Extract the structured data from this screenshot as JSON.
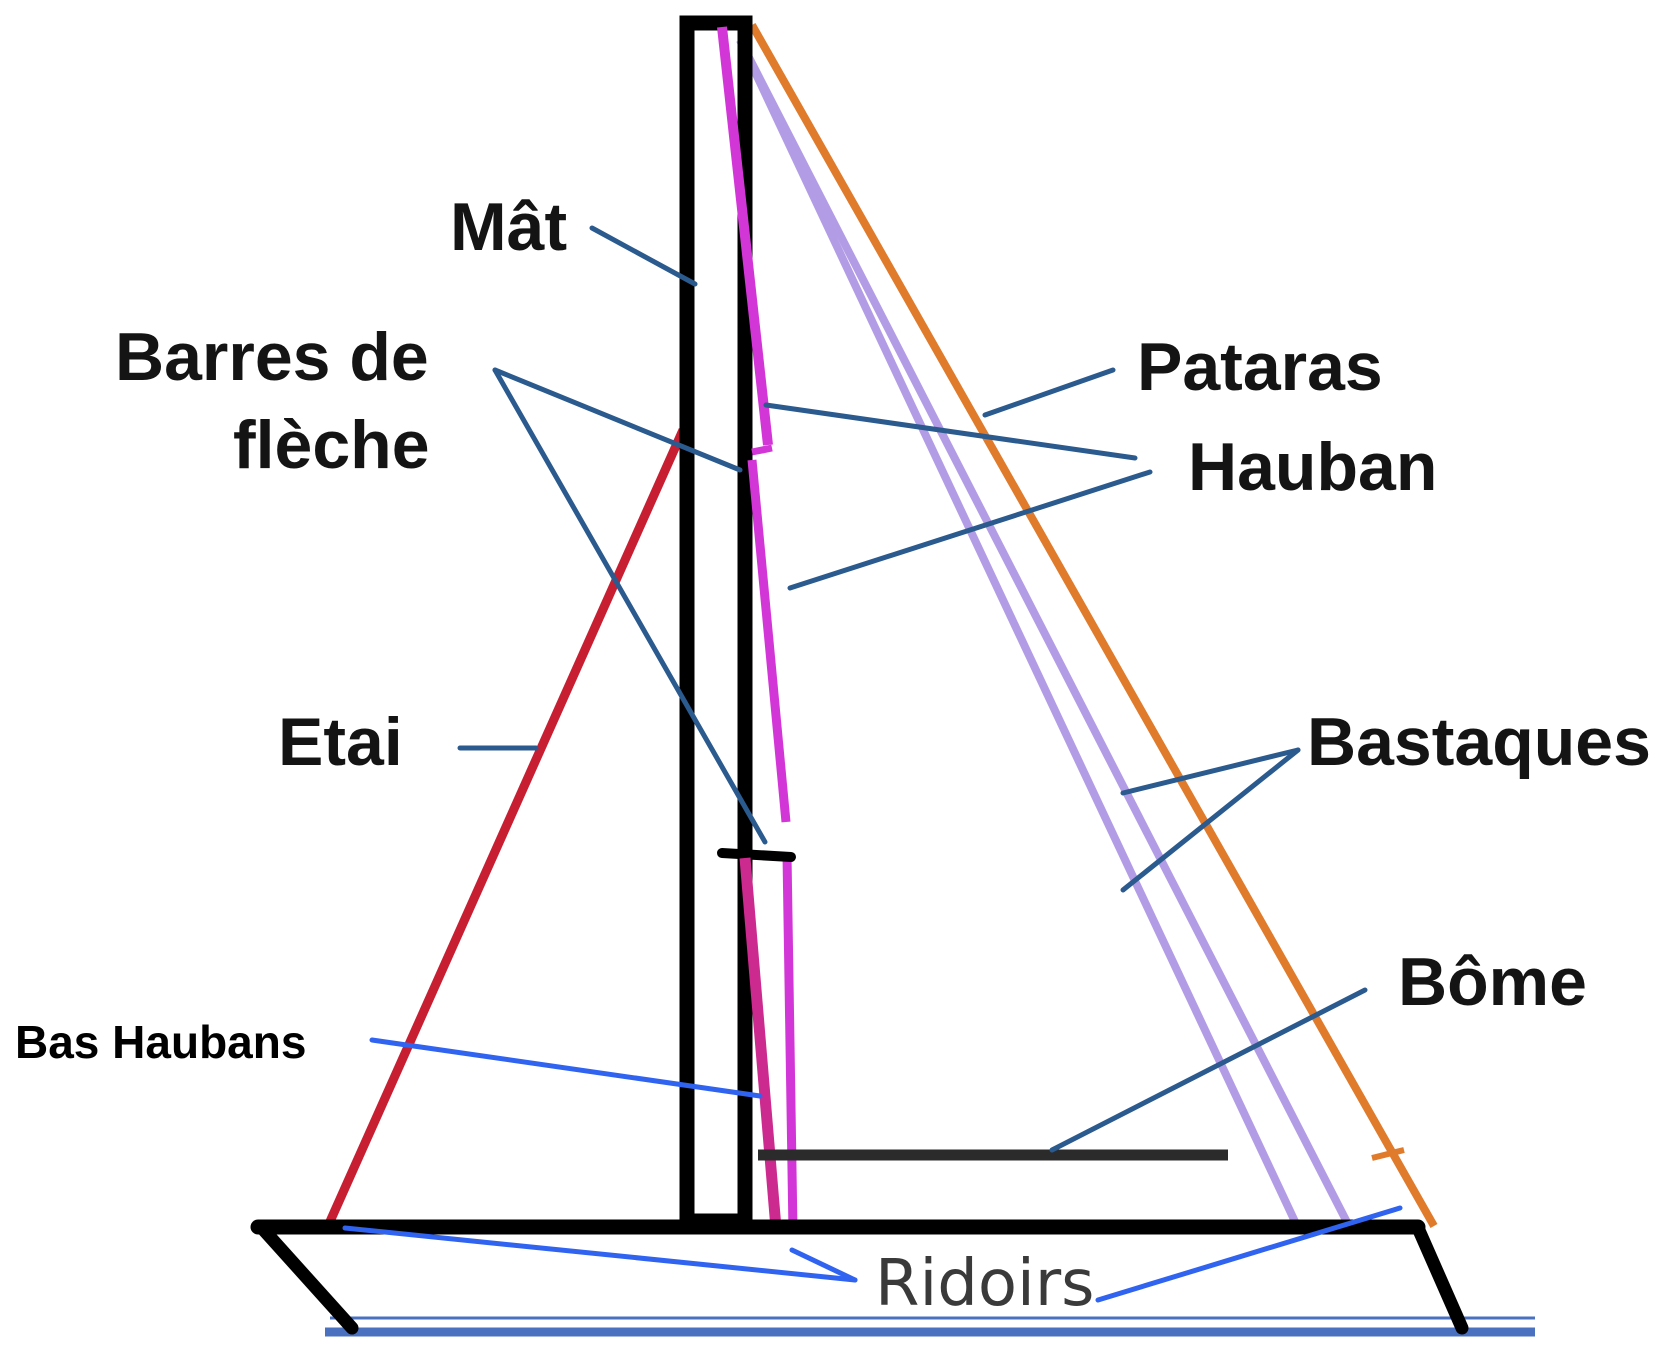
{
  "labels": {
    "mat": "Mât",
    "barres_line1": "Barres de",
    "barres_line2": "flèche",
    "pataras": "Pataras",
    "hauban": "Hauban",
    "etai": "Etai",
    "bastaques": "Bastaques",
    "bome": "Bôme",
    "bas_haubans": "Bas Haubans",
    "ridoirs": "Ridoirs"
  },
  "colors": {
    "mast": "#000000",
    "etai": "#c81e32",
    "pataras": "#e07b2c",
    "hauban": "#d336d6",
    "bas_haubans": "#cc2a8e",
    "bastaques": "#b39ce6",
    "boom": "#2b2b2b",
    "leader": "#2a5a8e",
    "leader_ridoirs": "#2f63f0",
    "waterline": "#4a70c0"
  }
}
